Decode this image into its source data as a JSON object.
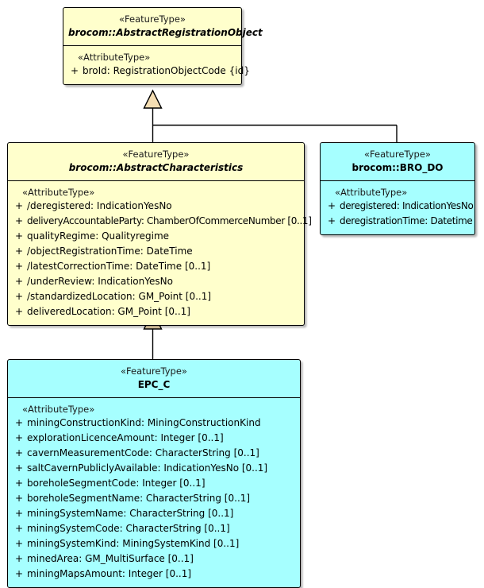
{
  "diagram": {
    "type": "uml-class-diagram",
    "background_color": "#ffffff",
    "colors": {
      "abstract_fill": "#ffffcc",
      "concrete_fill": "#a6ffff",
      "border": "#000000",
      "generalization_arrow_fill": "#f5deb3"
    },
    "visibility_public": "+"
  },
  "classes": {
    "abstract_registration_object": {
      "stereotype": "«FeatureType»",
      "name": "brocom::AbstractRegistrationObject",
      "is_abstract": true,
      "fill": "#ffffcc",
      "compartment_stereotype": "«AttributeType»",
      "attributes": [
        {
          "visibility": "+",
          "text": "broId: RegistrationObjectCode {id}"
        }
      ]
    },
    "abstract_characteristics": {
      "stereotype": "«FeatureType»",
      "name": "brocom::AbstractCharacteristics",
      "is_abstract": true,
      "fill": "#ffffcc",
      "compartment_stereotype": "«AttributeType»",
      "attributes": [
        {
          "visibility": "+",
          "text": "/deregistered: IndicationYesNo"
        },
        {
          "visibility": "+",
          "text": "deliveryAccountableParty: ChamberOfCommerceNumber [0..1]"
        },
        {
          "visibility": "+",
          "text": "qualityRegime: Qualityregime"
        },
        {
          "visibility": "+",
          "text": "/objectRegistrationTime: DateTime"
        },
        {
          "visibility": "+",
          "text": "/latestCorrectionTime: DateTime [0..1]"
        },
        {
          "visibility": "+",
          "text": "/underReview: IndicationYesNo"
        },
        {
          "visibility": "+",
          "text": "/standardizedLocation: GM_Point [0..1]"
        },
        {
          "visibility": "+",
          "text": "deliveredLocation: GM_Point [0..1]"
        }
      ]
    },
    "bro_do": {
      "stereotype": "«FeatureType»",
      "name": "brocom::BRO_DO",
      "is_abstract": false,
      "fill": "#a6ffff",
      "compartment_stereotype": "«AttributeType»",
      "attributes": [
        {
          "visibility": "+",
          "text": "deregistered: IndicationYesNo"
        },
        {
          "visibility": "+",
          "text": "deregistrationTime: Datetime"
        }
      ]
    },
    "epc_c": {
      "stereotype": "«FeatureType»",
      "name": "EPC_C",
      "is_abstract": false,
      "fill": "#a6ffff",
      "compartment_stereotype": "«AttributeType»",
      "attributes": [
        {
          "visibility": "+",
          "text": "miningConstructionKind: MiningConstructionKind"
        },
        {
          "visibility": "+",
          "text": "explorationLicenceAmount: Integer [0..1]"
        },
        {
          "visibility": "+",
          "text": "cavernMeasurementCode: CharacterString [0..1]"
        },
        {
          "visibility": "+",
          "text": "saltCavernPubliclyAvailable: IndicationYesNo [0..1]"
        },
        {
          "visibility": "+",
          "text": "boreholeSegmentCode: Integer [0..1]"
        },
        {
          "visibility": "+",
          "text": "boreholeSegmentName: CharacterString [0..1]"
        },
        {
          "visibility": "+",
          "text": "miningSystemName: CharacterString [0..1]"
        },
        {
          "visibility": "+",
          "text": "miningSystemCode: CharacterString [0..1]"
        },
        {
          "visibility": "+",
          "text": "miningSystemKind: MiningSystemKind [0..1]"
        },
        {
          "visibility": "+",
          "text": "minedArea: GM_MultiSurface [0..1]"
        },
        {
          "visibility": "+",
          "text": "miningMapsAmount: Integer [0..1]"
        }
      ]
    }
  },
  "relationships": [
    {
      "kind": "generalization",
      "general": "brocom::AbstractRegistrationObject",
      "specific": "brocom::AbstractCharacteristics"
    },
    {
      "kind": "generalization",
      "general": "brocom::AbstractRegistrationObject",
      "specific": "brocom::BRO_DO"
    },
    {
      "kind": "generalization",
      "general": "brocom::AbstractCharacteristics",
      "specific": "EPC_C"
    }
  ]
}
